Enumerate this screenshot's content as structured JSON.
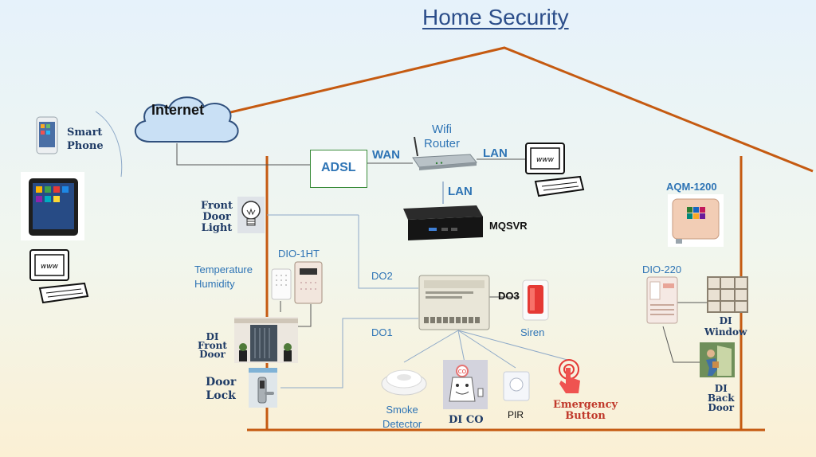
{
  "title": "Home Security",
  "internet": "Internet",
  "adsl": "ADSL",
  "wan": "WAN",
  "wifi_router": [
    "Wifi",
    "Router"
  ],
  "lan_right": "LAN",
  "lan_down": "LAN",
  "mqsvr": "MQSVR",
  "smart_phone": [
    "Smart",
    "Phone"
  ],
  "front_door_light": [
    "Front",
    "Door",
    "Light"
  ],
  "temp_humidity": [
    "Temperature",
    "Humidity"
  ],
  "dio_1ht": "DIO-1HT",
  "di_front_door": [
    "DI",
    "Front",
    "Door"
  ],
  "door_lock": [
    "Door",
    "Lock"
  ],
  "do2": "DO2",
  "do1": "DO1",
  "do3": "DO3",
  "siren": "Siren",
  "smoke_detector": [
    "Smoke",
    "Detector"
  ],
  "di_co": "DI CO",
  "pir": "PIR",
  "emergency_button": [
    "Emergency",
    "Button"
  ],
  "aqm": "AQM-1200",
  "dio_220": "DIO-220",
  "di_window": [
    "DI",
    "Window"
  ],
  "di_back_door": [
    "DI",
    "Back",
    "Door"
  ],
  "colors": {
    "house": "#c55a11",
    "line": "#8ea9c8",
    "label_blue": "#2e74b5"
  }
}
